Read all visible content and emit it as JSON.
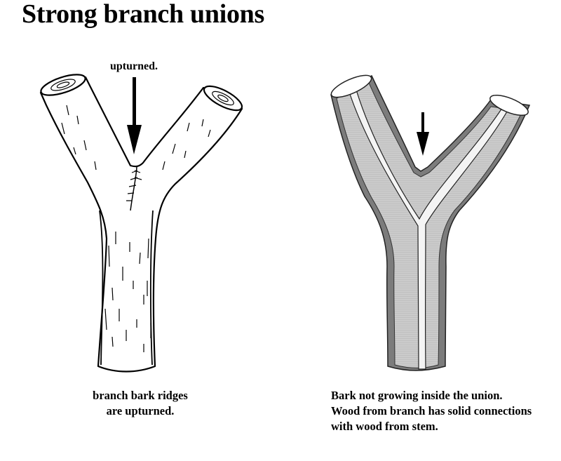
{
  "title": "Strong branch unions",
  "left_panel": {
    "callout_label": "upturned.",
    "caption_lines": [
      "branch bark ridges",
      "are upturned."
    ],
    "illustration": "ink drawing of Y-shaped branch union with upturned bark ridge"
  },
  "right_panel": {
    "caption_lines": [
      "Bark not growing inside the union.",
      "Wood from branch has solid connections",
      "with wood from stem."
    ],
    "illustration": "cross-section of Y-shaped branch union showing wood and bark layers"
  },
  "colors": {
    "ink": "#000000",
    "wood_fill": "#c9c9c9",
    "bark_band": "#7c7c7c",
    "pith": "#f4f4f4",
    "background": "#ffffff"
  }
}
